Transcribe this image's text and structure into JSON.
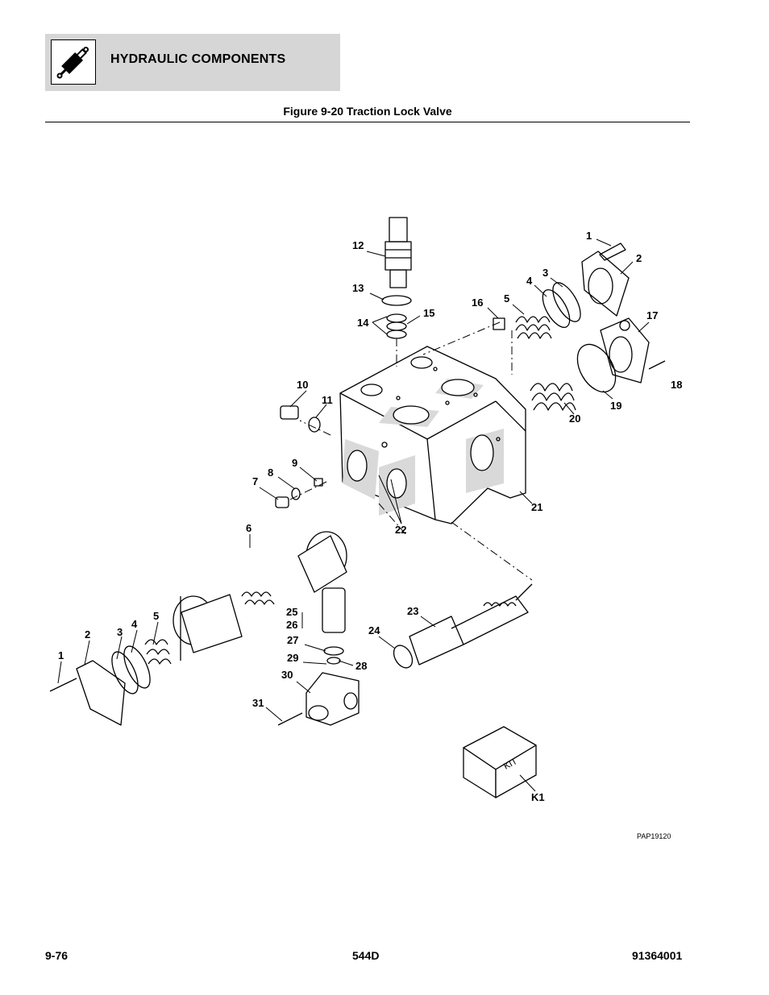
{
  "header": {
    "section_title": "HYDRAULIC COMPONENTS",
    "icon": "hydraulic-cylinder-icon"
  },
  "figure": {
    "title": "Figure 9-20 Traction Lock Valve",
    "drawing_id": "PAP19120",
    "kit_label": "KIT"
  },
  "callouts": {
    "c1a": "1",
    "c2a": "2",
    "c3a": "3",
    "c4a": "4",
    "c5a": "5",
    "c12": "12",
    "c13": "13",
    "c14": "14",
    "c15": "15",
    "c16": "16",
    "c17": "17",
    "c18": "18",
    "c19": "19",
    "c20": "20",
    "c21": "21",
    "c10": "10",
    "c11": "11",
    "c9": "9",
    "c8": "8",
    "c7": "7",
    "c22": "22",
    "c6": "6",
    "c25": "25",
    "c26": "26",
    "c23": "23",
    "c24": "24",
    "c27": "27",
    "c29": "29",
    "c28": "28",
    "c30": "30",
    "c31": "31",
    "c1b": "1",
    "c2b": "2",
    "c3b": "3",
    "c4b": "4",
    "c5b": "5",
    "k1": "K1"
  },
  "footer": {
    "page": "9-76",
    "model": "544D",
    "doc_number": "91364001"
  }
}
